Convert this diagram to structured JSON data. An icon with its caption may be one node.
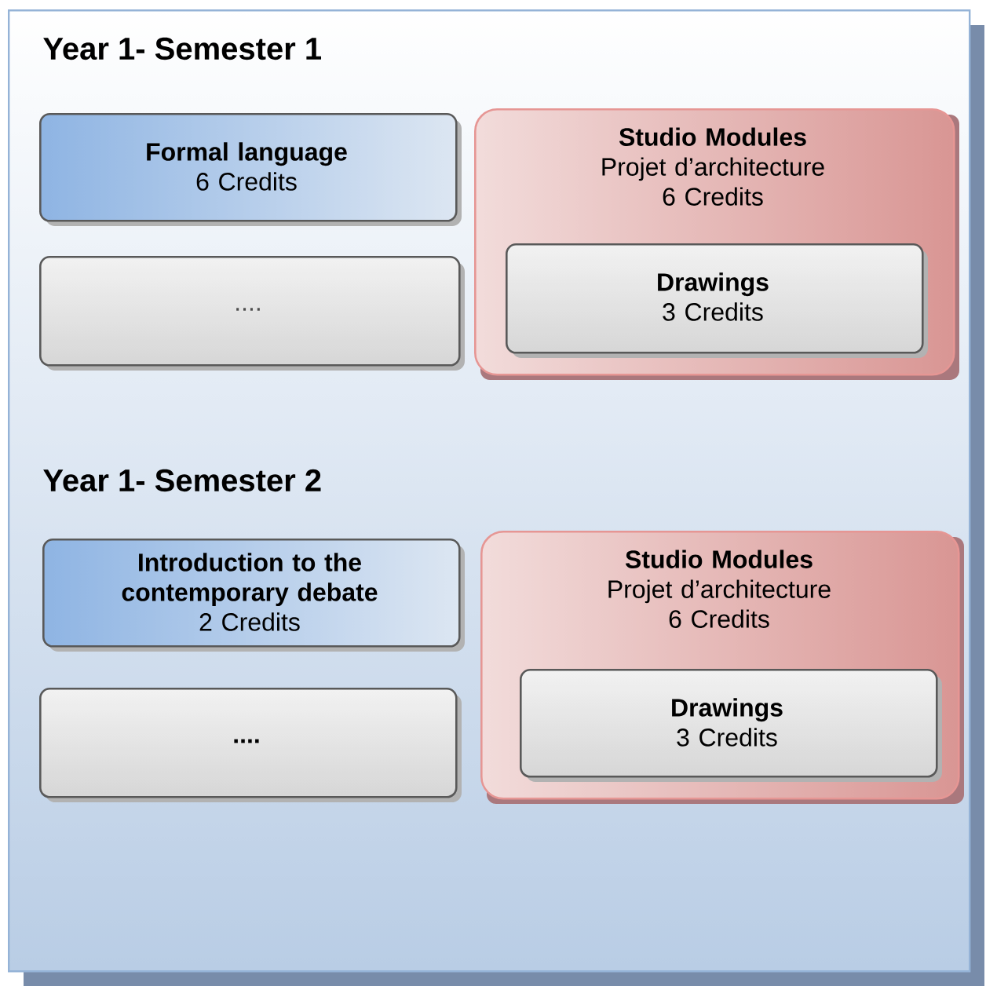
{
  "diagram": {
    "nodes": [
      {
        "text": [],
        "shape": "box"
      },
      {
        "text": [
          "Formal language",
          "6 Credits"
        ],
        "in": 0
      },
      {
        "text": [
          "...."
        ],
        "in": 0
      },
      {
        "text": [
          "Studio Modules",
          "Projet d’architecture 6 Credits"
        ],
        "in": 0
      },
      {
        "text": [
          "Drawings",
          "3 Credits"
        ],
        "in": 3
      },
      {
        "text": [
          "Introduction to the contemporary debate",
          "2 Credits"
        ],
        "in": 0
      },
      {
        "text": [
          "...."
        ],
        "in": 0
      },
      {
        "text": [
          "Studio Modules",
          "Projet d’architecture 6 Credits"
        ],
        "in": 0
      },
      {
        "text": [
          "Drawings",
          "3 Credits"
        ],
        "in": 7
      }
    ],
    "edges": [],
    "labels": [
      "Year 1- Semester 1",
      "Year 1- Semester 2"
    ]
  }
}
